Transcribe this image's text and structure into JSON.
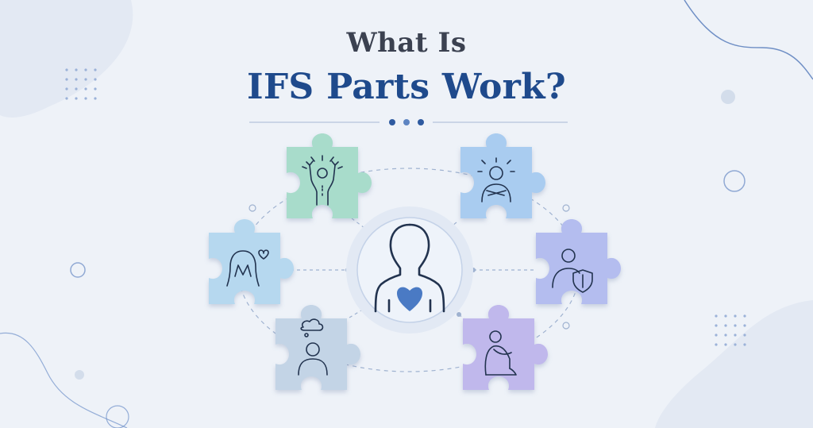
{
  "title": {
    "line1": "What Is",
    "line2": "IFS Parts Work?"
  },
  "colors": {
    "title_dark": "#3b4150",
    "title_blue": "#1f4a8c",
    "background": "#eef2f8",
    "heart": "#4a7ac4",
    "piece_green": "#a8dccb",
    "piece_blue": "#a9ccf0",
    "piece_lightblue": "#b6d8ef",
    "piece_indigo": "#b4bdef",
    "piece_steel": "#c3d4e6",
    "piece_lavender": "#c0b8ec",
    "line_art": "#22334f"
  },
  "center": {
    "icon": "person-with-heart-icon"
  },
  "parts": [
    {
      "id": "top-left",
      "icon": "distressed-figure-icon"
    },
    {
      "id": "top-right",
      "icon": "arms-crossed-figure-icon"
    },
    {
      "id": "middle-left",
      "icon": "crying-face-with-heart-icon"
    },
    {
      "id": "middle-right",
      "icon": "figure-with-shield-icon"
    },
    {
      "id": "bottom-left",
      "icon": "figure-with-thought-bubble-icon"
    },
    {
      "id": "bottom-right",
      "icon": "hugging-knees-figure-icon"
    }
  ]
}
